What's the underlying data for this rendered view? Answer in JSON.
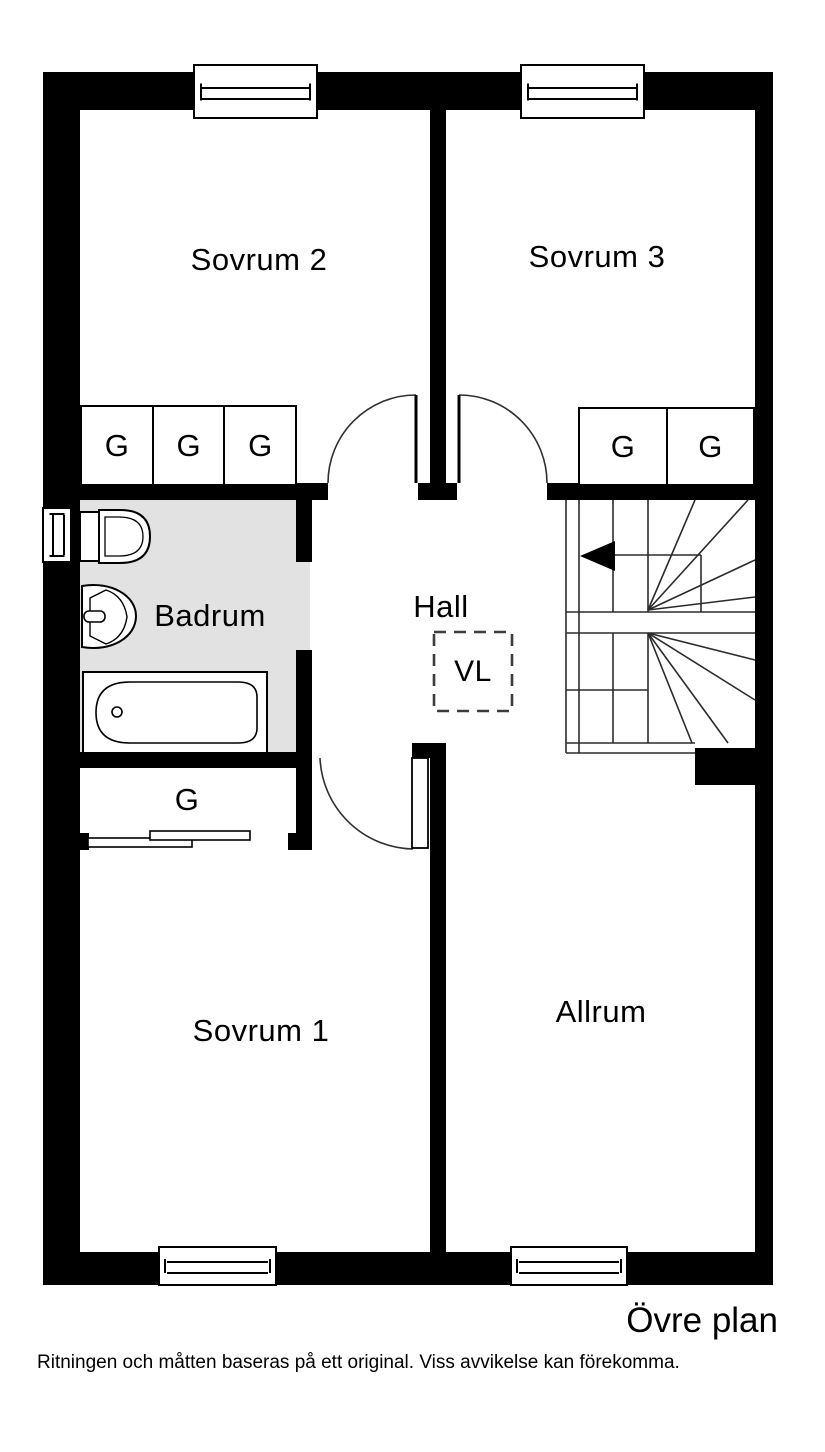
{
  "floorplan": {
    "title": "Övre plan",
    "disclaimer": "Ritningen och måtten baseras på ett original. Viss avvikelse kan förekomma.",
    "rooms": {
      "sovrum2": "Sovrum 2",
      "sovrum3": "Sovrum 3",
      "badrum": "Badrum",
      "hall": "Hall",
      "sovrum1": "Sovrum 1",
      "allrum": "Allrum"
    },
    "labels": {
      "wardrobe": "G",
      "vl": "VL"
    },
    "colors": {
      "wall": "#000000",
      "bathroom_floor": "#e2e2e2",
      "background": "#ffffff"
    }
  }
}
